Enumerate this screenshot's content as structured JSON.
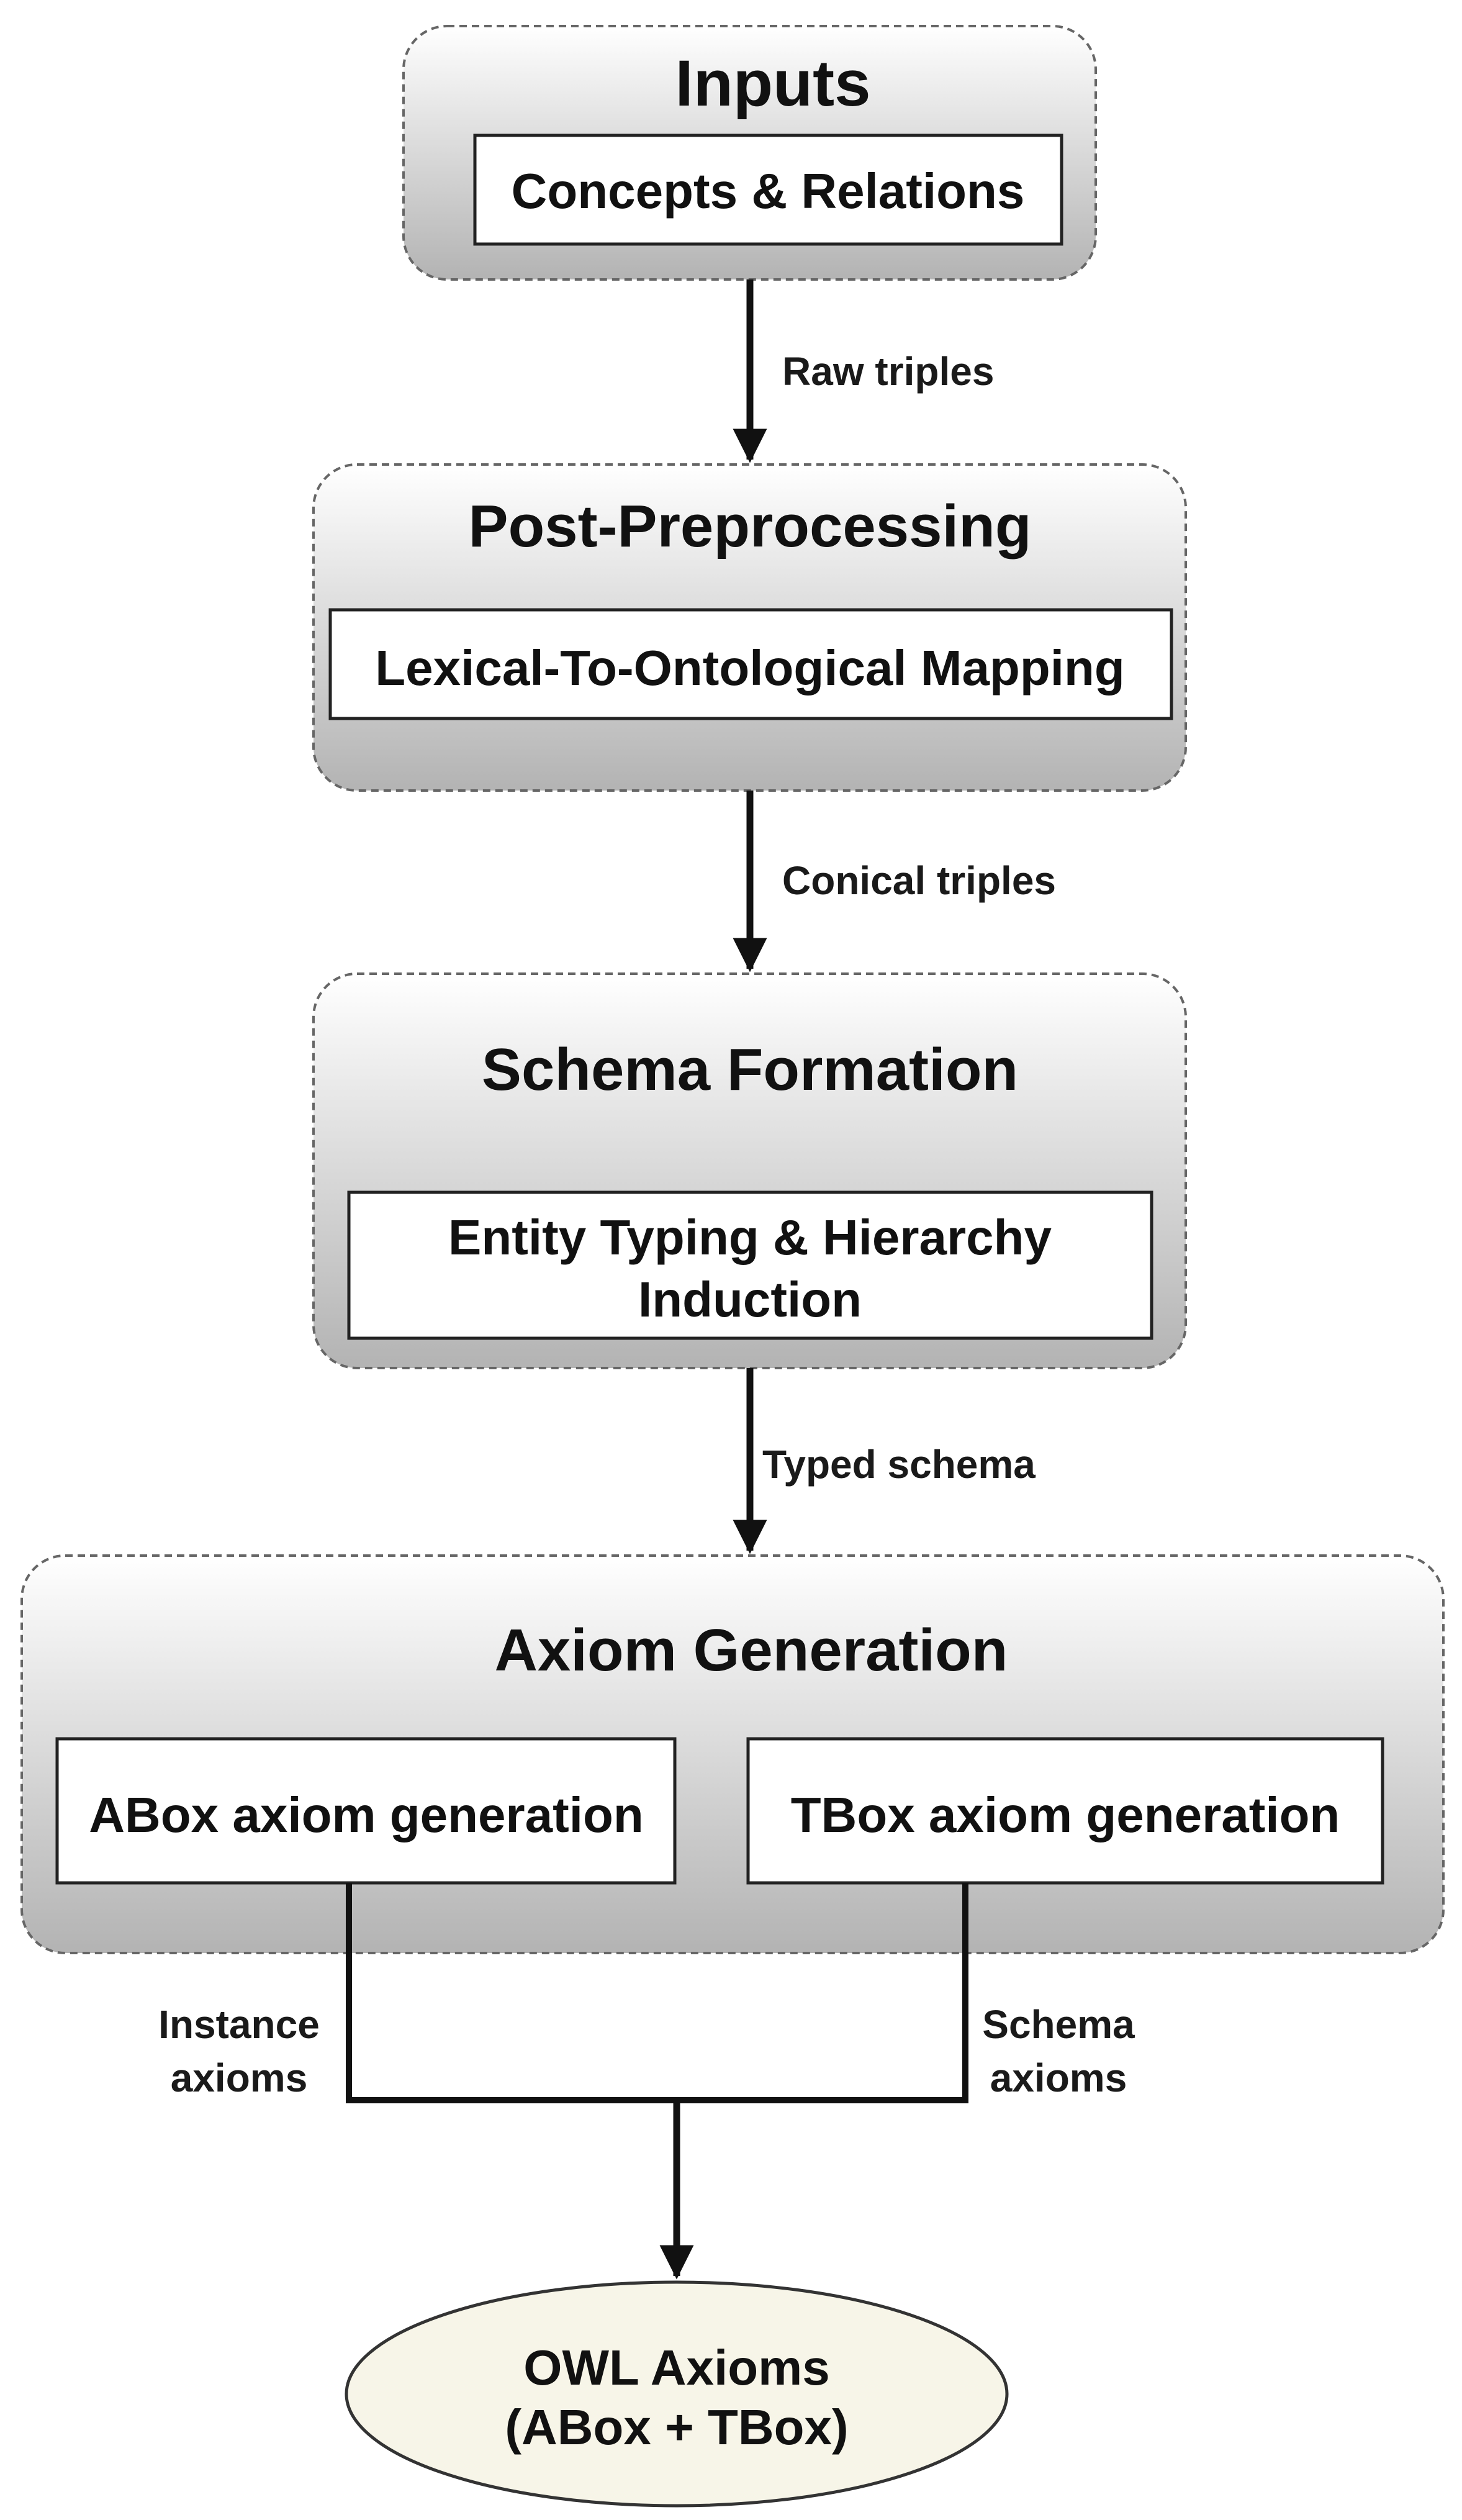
{
  "colors": {
    "stage_gradient_top": "#ffffff",
    "stage_gradient_bottom": "#b3b3b3",
    "stage_border": "#666666",
    "inner_box_fill": "#ffffff",
    "inner_box_border": "#222222",
    "arrow": "#111111",
    "output_fill": "#f7f5e8",
    "output_border": "#333333"
  },
  "stages": {
    "inputs": {
      "title": "Inputs",
      "inner": "Concepts & Relations"
    },
    "post_preprocessing": {
      "title": "Post-Preprocessing",
      "inner": "Lexical-To-Ontological Mapping"
    },
    "schema_formation": {
      "title": "Schema Formation",
      "inner_line1": "Entity Typing & Hierarchy",
      "inner_line2": "Induction"
    },
    "axiom_generation": {
      "title": "Axiom Generation",
      "abox": "ABox axiom generation",
      "tbox": "TBox axiom generation"
    }
  },
  "edges": {
    "raw_triples": "Raw triples",
    "conical_triples": "Conical triples",
    "typed_schema": "Typed schema",
    "instance_axioms_line1": "Instance",
    "instance_axioms_line2": "axioms",
    "schema_axioms_line1": "Schema",
    "schema_axioms_line2": "axioms"
  },
  "output": {
    "line1": "OWL Axioms",
    "line2": "(ABox + TBox)"
  }
}
